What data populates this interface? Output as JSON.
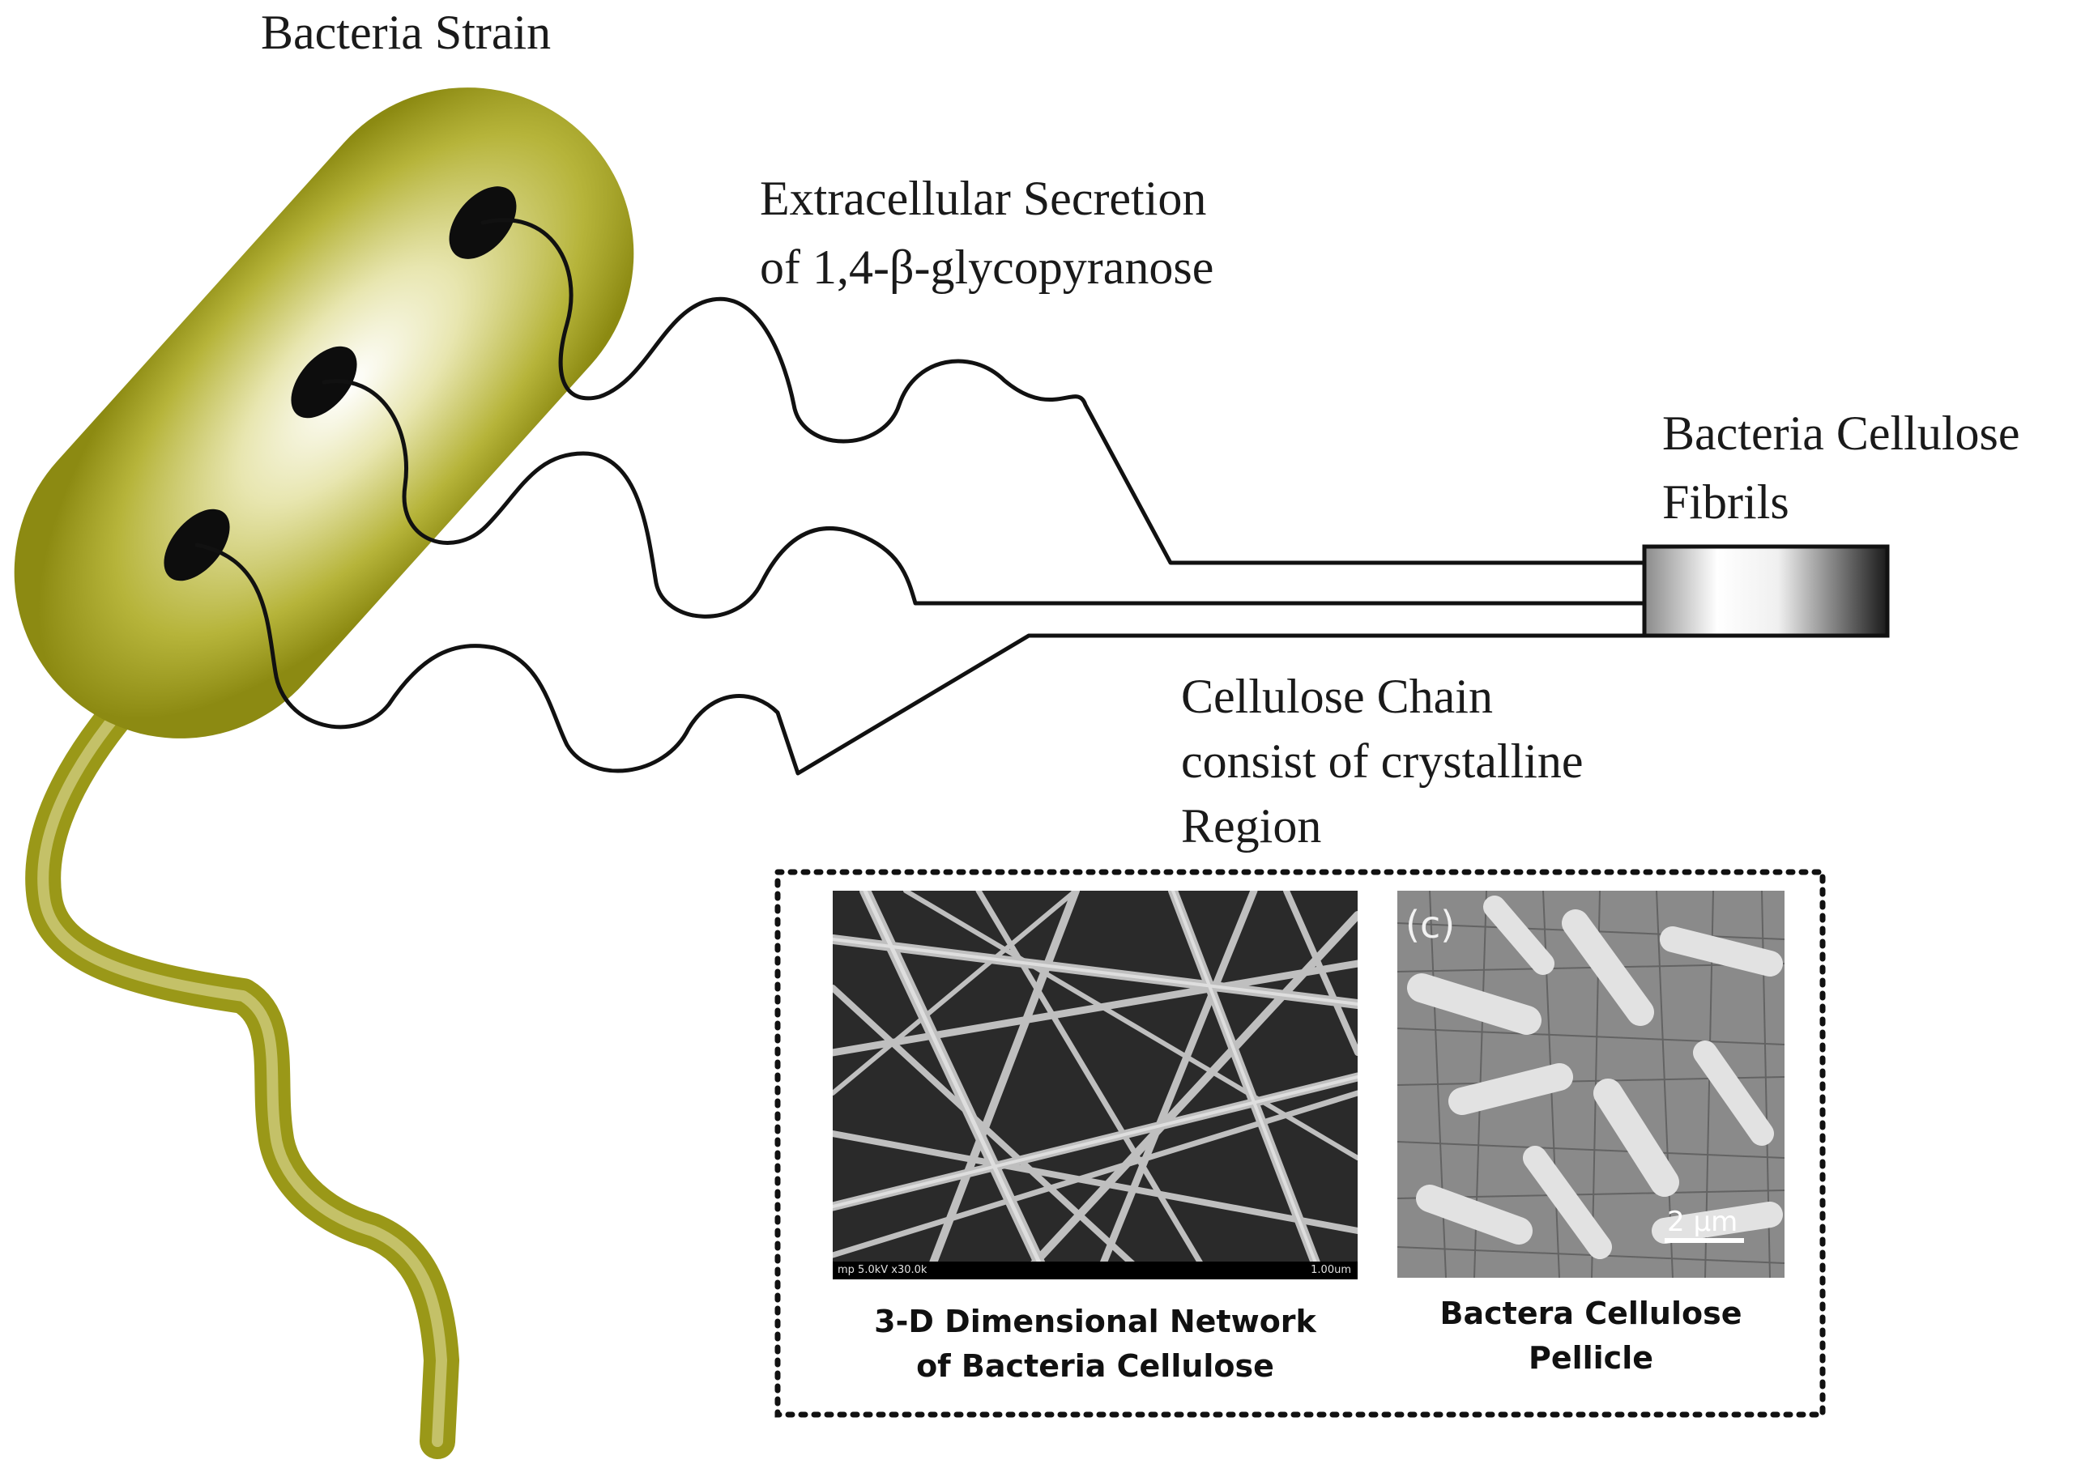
{
  "labels": {
    "bacteria_strain": "Bacteria Strain",
    "secretion_line1": "Extracellular Secretion",
    "secretion_line2": "of 1,4-β-glycopyranose",
    "fibrils_line1": "Bacteria Cellulose",
    "fibrils_line2": "Fibrils",
    "chain_line1": "Cellulose Chain",
    "chain_line2": "consist of crystalline",
    "chain_line3": "Region"
  },
  "inset": {
    "left_caption_line1": "3-D Dimensional Network",
    "left_caption_line2": "of Bacteria Cellulose",
    "left_micrograph_footer_left": "mp 5.0kV x30.0k",
    "left_micrograph_footer_right": "1.00um",
    "right_caption_line1": "Bactera Cellulose",
    "right_caption_line2": "Pellicle",
    "right_panel_letter": "(c)",
    "right_scale_label": "2 µm"
  },
  "colors": {
    "bacterium_body": "#a1a01c",
    "bacterium_highlight": "#ffffff",
    "chain_stroke": "#111111",
    "inset_border": "#111111"
  }
}
